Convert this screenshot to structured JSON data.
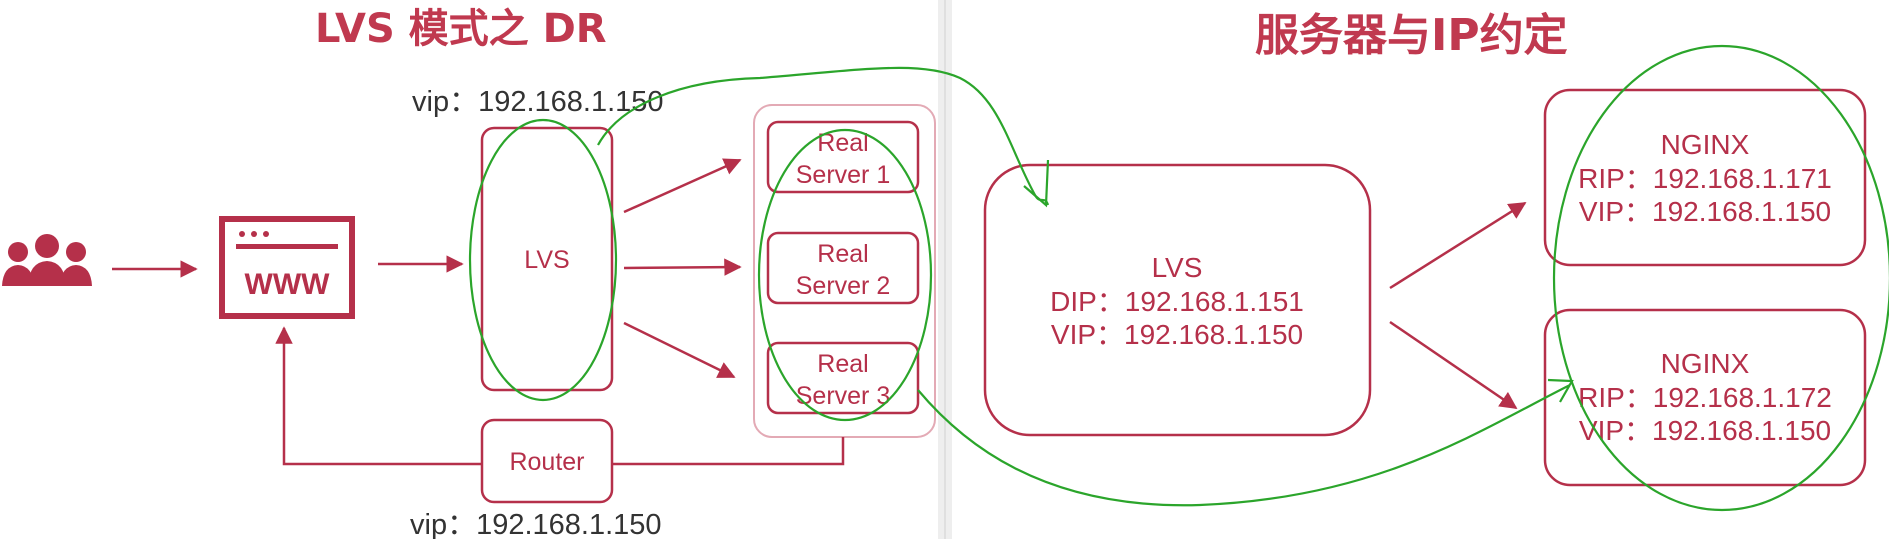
{
  "left_panel": {
    "title": "LVS 模式之 DR",
    "vip_top": "vip：192.168.1.150",
    "vip_bottom": "vip：192.168.1.150",
    "www_label": "WWW",
    "lvs_label": "LVS",
    "router_label": "Router",
    "real_servers": [
      {
        "line1": "Real",
        "line2": "Server 1"
      },
      {
        "line1": "Real",
        "line2": "Server 2"
      },
      {
        "line1": "Real",
        "line2": "Server 3"
      }
    ]
  },
  "right_panel": {
    "title": "服务器与IP约定",
    "lvs": {
      "name": "LVS",
      "dip": "DIP：192.168.1.151",
      "vip": "VIP：192.168.1.150"
    },
    "nginx": [
      {
        "name": "NGINX",
        "rip": "RIP：192.168.1.171",
        "vip": "VIP：192.168.1.150"
      },
      {
        "name": "NGINX",
        "rip": "RIP：192.168.1.172",
        "vip": "VIP：192.168.1.150"
      }
    ]
  },
  "colors": {
    "accent": "#b5304a",
    "title": "#c0394f",
    "annotation": "#2ba52b",
    "divider": "#d8d8d8"
  }
}
